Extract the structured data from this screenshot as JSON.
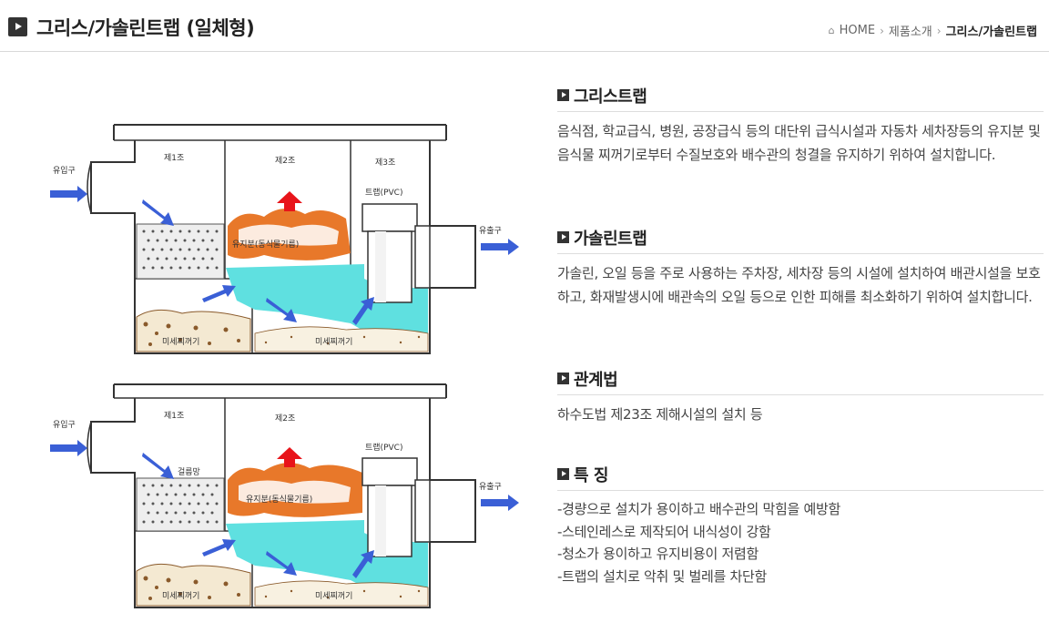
{
  "header": {
    "title": "그리스/가솔린트랩 (일체형)",
    "breadcrumb": {
      "home": "HOME",
      "level1": "제품소개",
      "current": "그리스/가솔린트랩"
    }
  },
  "diagrams": [
    {
      "inlet": "유입구",
      "outlet": "유출구",
      "tank1": "제1조",
      "tank2": "제2조",
      "tank3": "제3조",
      "trap": "트랩(PVC)",
      "grease": "유지분(동식물기름)",
      "sediment1": "미세찌꺼기",
      "sediment2": "미세찌꺼기"
    },
    {
      "inlet": "유입구",
      "outlet": "유출구",
      "tank1": "제1조",
      "tank2": "제2조",
      "trap": "트랩(PVC)",
      "screen": "걸름망",
      "grease": "유지분(동식물기름)",
      "sediment1": "미세찌꺼기",
      "sediment2": "미세찌꺼기"
    }
  ],
  "sections": {
    "grease_trap": {
      "title": "그리스트랩",
      "body": "음식점, 학교급식, 병원, 공장급식 등의 대단위 급식시설과 자동차 세차장등의 유지분 및 음식물 찌꺼기로부터 수질보호와 배수관의 청결을 유지하기 위하여 설치합니다."
    },
    "gasoline_trap": {
      "title": "가솔린트랩",
      "body": "가솔린, 오일 등을 주로 사용하는 주차장, 세차장 등의 시설에 설치하여 배관시설을 보호하고, 화재발생시에 배관속의 오일 등으로 인한 피해를 최소화하기 위하여 설치합니다."
    },
    "law": {
      "title": "관계법",
      "body": "하수도법 제23조 제해시설의 설치 등"
    },
    "features": {
      "title": "특 징",
      "items": [
        "-경량으로 설치가 용이하고 배수관의 막힘을 예방함",
        "-스테인레스로 제작되어 내식성이 강함",
        "-청소가 용이하고 유지비용이 저렴함",
        "-트랩의 설치로 악취 및 벌레를 차단함"
      ]
    }
  },
  "colors": {
    "grease": "#e8782a",
    "water": "#5fe0e0",
    "arrow_up": "#e8141a",
    "arrow_flow": "#3a5fd6",
    "sediment": "#8a5a2b"
  }
}
